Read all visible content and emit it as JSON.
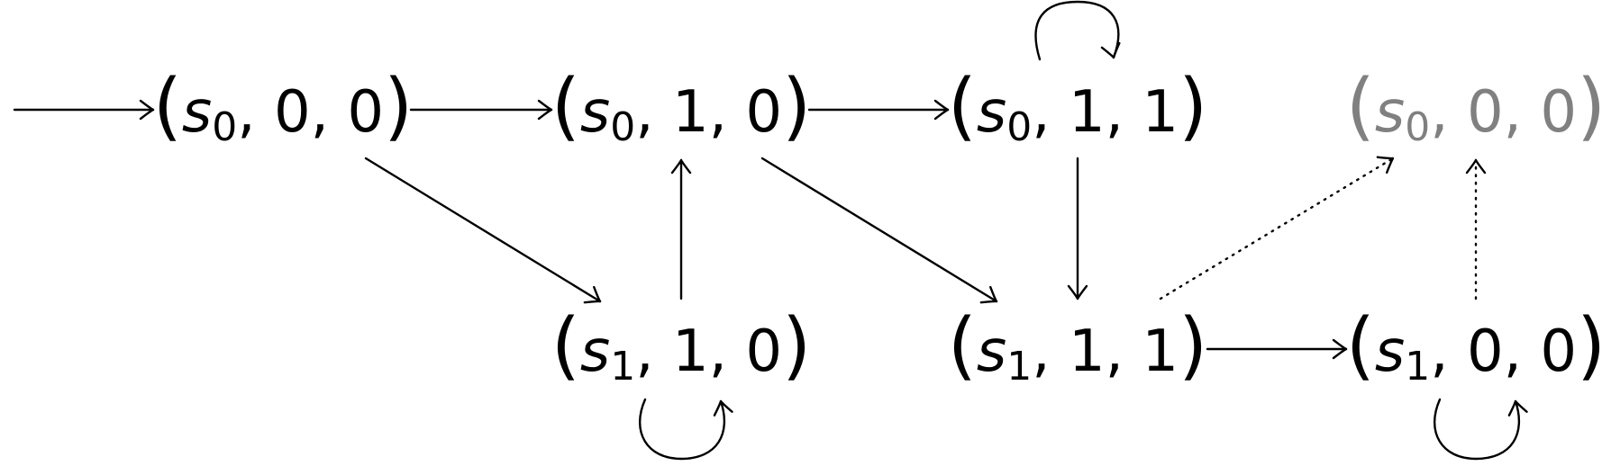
{
  "colors": {
    "main": "#000000",
    "faded": "#808080"
  },
  "nodes": [
    {
      "id": "n_s0_0_0",
      "state": "s",
      "sub": "0",
      "a": "0",
      "b": "0",
      "faded": false
    },
    {
      "id": "n_s0_1_0",
      "state": "s",
      "sub": "0",
      "a": "1",
      "b": "0",
      "faded": false
    },
    {
      "id": "n_s0_1_1",
      "state": "s",
      "sub": "0",
      "a": "1",
      "b": "1",
      "faded": false
    },
    {
      "id": "n_s0_0_0_gray",
      "state": "s",
      "sub": "0",
      "a": "0",
      "b": "0",
      "faded": true
    },
    {
      "id": "n_s1_1_0",
      "state": "s",
      "sub": "1",
      "a": "1",
      "b": "0",
      "faded": false
    },
    {
      "id": "n_s1_1_1",
      "state": "s",
      "sub": "1",
      "a": "1",
      "b": "1",
      "faded": false
    },
    {
      "id": "n_s1_0_0",
      "state": "s",
      "sub": "1",
      "a": "0",
      "b": "0",
      "faded": false
    }
  ],
  "edges": [
    {
      "from": "start",
      "to": "n_s0_0_0",
      "style": "solid"
    },
    {
      "from": "n_s0_0_0",
      "to": "n_s0_1_0",
      "style": "solid"
    },
    {
      "from": "n_s0_1_0",
      "to": "n_s0_1_1",
      "style": "solid"
    },
    {
      "from": "n_s0_0_0",
      "to": "n_s1_1_0",
      "style": "solid"
    },
    {
      "from": "n_s1_1_0",
      "to": "n_s0_1_0",
      "style": "solid"
    },
    {
      "from": "n_s0_1_0",
      "to": "n_s1_1_1",
      "style": "solid"
    },
    {
      "from": "n_s0_1_1",
      "to": "n_s1_1_1",
      "style": "solid"
    },
    {
      "from": "n_s1_1_1",
      "to": "n_s1_0_0",
      "style": "solid"
    },
    {
      "from": "n_s1_1_1",
      "to": "n_s0_0_0_gray",
      "style": "dotted"
    },
    {
      "from": "n_s1_0_0",
      "to": "n_s0_0_0_gray",
      "style": "dotted"
    },
    {
      "from": "n_s0_1_1",
      "to": "n_s0_1_1",
      "style": "loop"
    },
    {
      "from": "n_s1_1_0",
      "to": "n_s1_1_0",
      "style": "loop"
    },
    {
      "from": "n_s1_0_0",
      "to": "n_s1_0_0",
      "style": "loop"
    }
  ]
}
